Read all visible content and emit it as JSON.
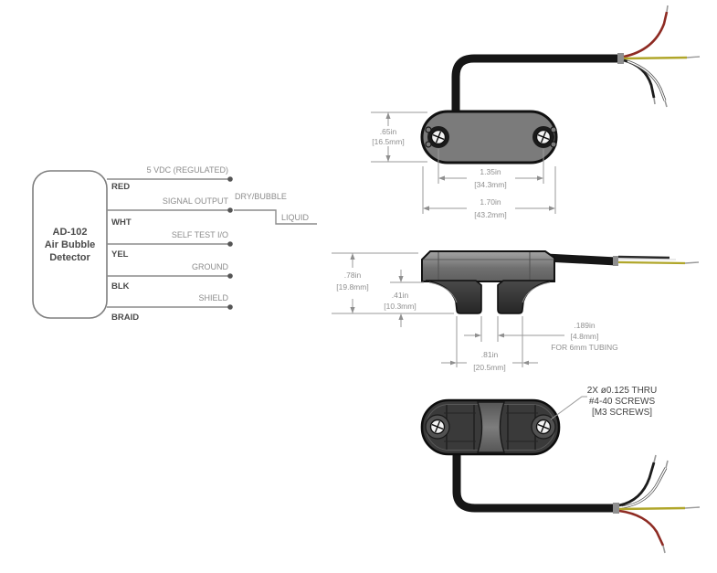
{
  "colors": {
    "line_gray": "#8f8f8f",
    "text_gray": "#8c8c8c",
    "dark_text": "#4a4a4a",
    "body_gray": "#7b7b7b",
    "body_dark": "#353535",
    "cable_black": "#161616",
    "wire_red": "#8e2b23",
    "wire_yellow": "#b0a62a",
    "wire_white": "#ffffff",
    "wire_black": "#1c1c1c",
    "wire_tip_silver": "#9a9a9a"
  },
  "wiring_diagram": {
    "device_label": {
      "line1": "AD-102",
      "line2": "Air Bubble",
      "line3": "Detector"
    },
    "wires": [
      {
        "name": "RED",
        "signal": "5 VDC (REGULATED)"
      },
      {
        "name": "WHT",
        "signal": "SIGNAL OUTPUT"
      },
      {
        "name": "YEL",
        "signal": "SELF TEST I/O"
      },
      {
        "name": "BLK",
        "signal": "GROUND"
      },
      {
        "name": "BRAID",
        "signal": "SHIELD"
      }
    ],
    "output_waveform": {
      "high_label": "DRY/BUBBLE",
      "low_label": "LIQUID"
    }
  },
  "top_view": {
    "dim_height_in": ".65in",
    "dim_height_mm": "[16.5mm]",
    "dim_holes_in": "1.35in",
    "dim_holes_mm": "[34.3mm]",
    "dim_width_in": "1.70in",
    "dim_width_mm": "[43.2mm]"
  },
  "side_view": {
    "dim_height_in": ".78in",
    "dim_height_mm": "[19.8mm]",
    "dim_leg_in": ".41in",
    "dim_leg_mm": "[10.3mm]",
    "dim_gap_in": ".189in",
    "dim_gap_mm": "[4.8mm]",
    "dim_gap_note": "FOR 6mm TUBING",
    "dim_span_in": ".81in",
    "dim_span_mm": "[20.5mm]"
  },
  "bottom_view": {
    "screw_note": {
      "line1": "2X ø0.125 THRU",
      "line2": "#4-40 SCREWS",
      "line3": "[M3 SCREWS]"
    }
  }
}
